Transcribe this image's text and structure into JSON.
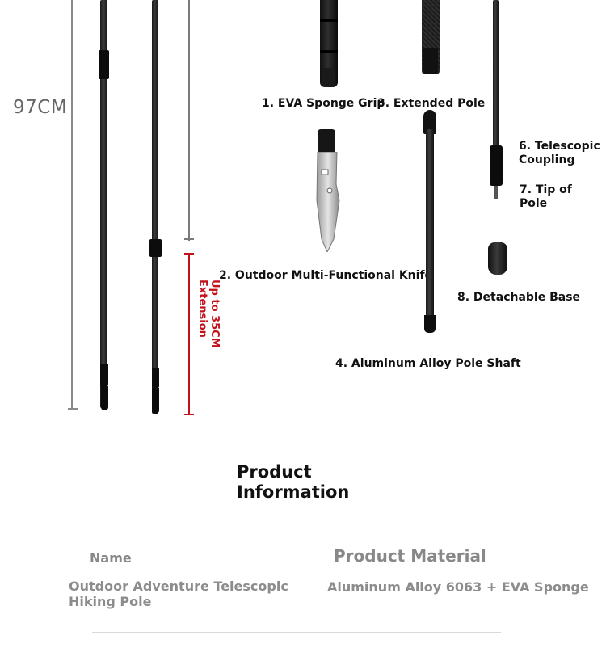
{
  "measurement": {
    "length_label": "97CM",
    "extension_label_line1": "Up to 35CM",
    "extension_label_line2": "Extension"
  },
  "parts": {
    "grip": "1. EVA Sponge Grip",
    "extended_pole": "3. Extended Pole",
    "knife": "2. Outdoor Multi-Functional Knife",
    "shaft": "4. Aluminum Alloy Pole Shaft",
    "coupling_line1": "6. Telescopic",
    "coupling_line2": "Coupling",
    "tip_line1": "7. Tip of",
    "tip_line2": "Pole",
    "base": "8. Detachable Base"
  },
  "product_info": {
    "title_line1": "Product",
    "title_line2": "Information",
    "name_heading": "Name",
    "name_value_line1": "Outdoor Adventure Telescopic",
    "name_value_line2": "Hiking Pole",
    "material_heading": "Product Material",
    "material_value": "Aluminum Alloy 6063 + EVA Sponge"
  },
  "colors": {
    "accent_red": "#c2121b",
    "text_dark": "#111111",
    "text_gray": "#888888"
  }
}
